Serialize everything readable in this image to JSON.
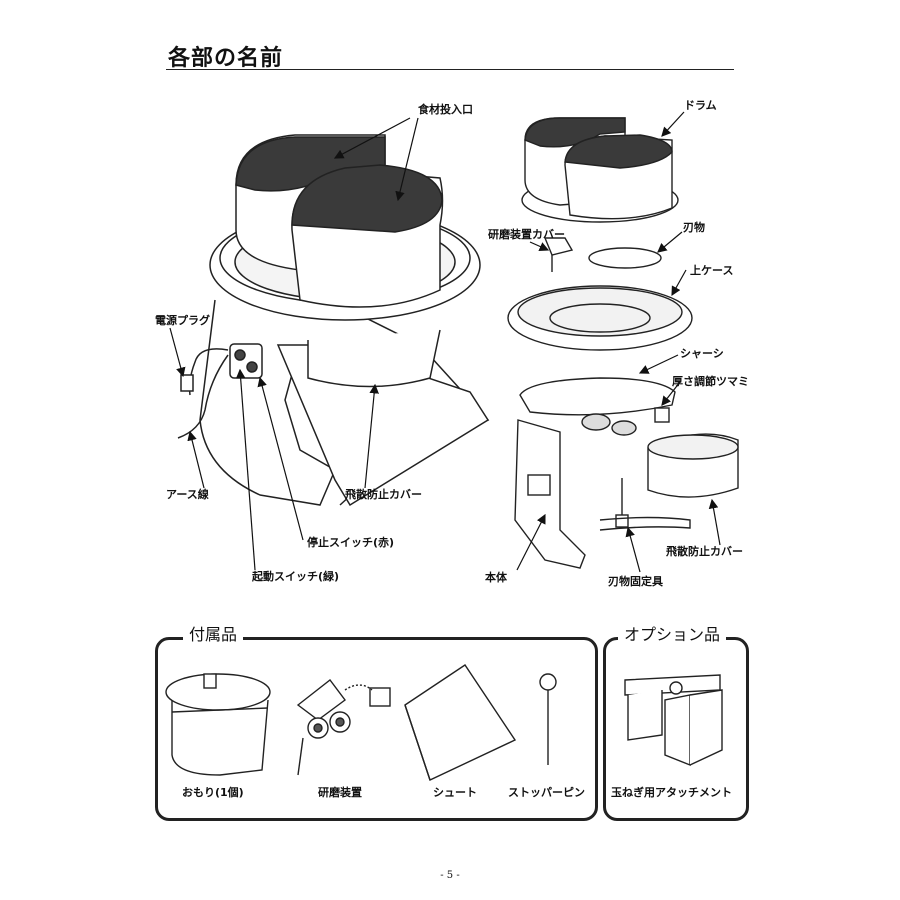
{
  "page_title": "各部の名前",
  "part_labels": {
    "food_inlet": "食材投入口",
    "drum": "ドラム",
    "grinder_cover": "研磨装置カバー",
    "blade": "刃物",
    "upper_case": "上ケース",
    "power_plug": "電源プラグ",
    "chassis": "シャーシ",
    "thickness_knob": "厚さ調節ツマミ",
    "ground_wire": "アース線",
    "splash_guard": "飛散防止カバー",
    "splash_guard_right": "飛散防止カバー",
    "stop_switch": "停止スイッチ(赤)",
    "start_switch": "起動スイッチ(緑)",
    "main_body": "本体",
    "blade_fixture": "刃物固定具"
  },
  "accessories": {
    "title": "付属品",
    "items": [
      "おもり(1個)",
      "研磨装置",
      "シュート",
      "ストッパーピン"
    ]
  },
  "options": {
    "title": "オプション品",
    "items": [
      "玉ねぎ用アタッチメント"
    ]
  },
  "page_number": "- 5 -"
}
